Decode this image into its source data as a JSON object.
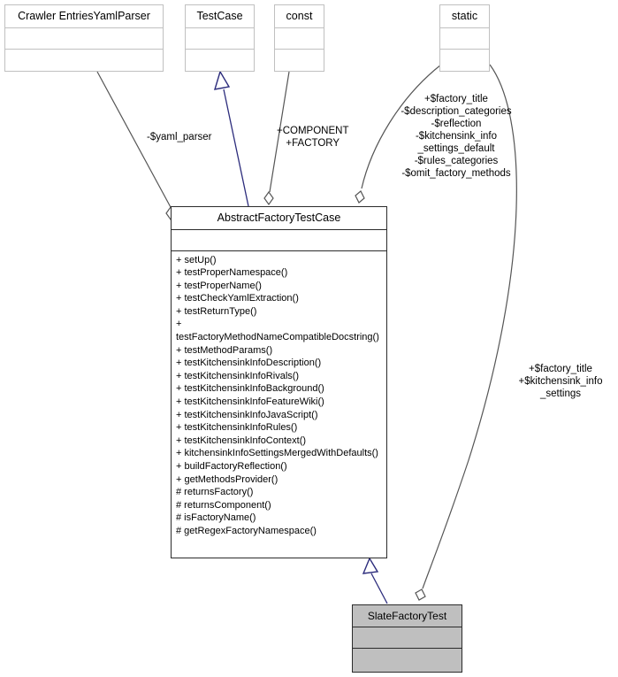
{
  "diagram": {
    "type": "uml-class-diagram",
    "title": "AbstractFactoryTestCase collaboration diagram",
    "colors": {
      "background": "#ffffff",
      "box_border_light": "#c0c0c0",
      "box_border_dark": "#2b2b2b",
      "box_fill_highlight": "#bfbfbf",
      "edge_line": "#555555",
      "inheritance_edge": "#2c2c7c",
      "text": "#000000"
    }
  },
  "classes": {
    "yaml_parser": {
      "name": "Crawler EntriesYamlParser",
      "attributes": [],
      "operations": [],
      "style": "light"
    },
    "test_case": {
      "name": "TestCase",
      "attributes": [],
      "operations": [],
      "style": "light"
    },
    "const": {
      "name": "const",
      "attributes": [],
      "operations": [],
      "style": "light"
    },
    "static": {
      "name": "static",
      "attributes": [],
      "operations": [],
      "style": "light"
    },
    "abstract_factory_test_case": {
      "name": "AbstractFactoryTestCase",
      "attributes": [],
      "operations": [
        "+ setUp()",
        "+ testProperNamespace()",
        "+ testProperName()",
        "+ testCheckYamlExtraction()",
        "+ testReturnType()",
        "+ testFactoryMethodNameCompatibleDocstring()",
        "+ testMethodParams()",
        "+ testKitchensinkInfoDescription()",
        "+ testKitchensinkInfoRivals()",
        "+ testKitchensinkInfoBackground()",
        "+ testKitchensinkInfoFeatureWiki()",
        "+ testKitchensinkInfoJavaScript()",
        "+ testKitchensinkInfoRules()",
        "+ testKitchensinkInfoContext()",
        "+ kitchensinkInfoSettingsMergedWithDefaults()",
        "+ buildFactoryReflection()",
        "+ getMethodsProvider()",
        "# returnsFactory()",
        "# returnsComponent()",
        "# isFactoryName()",
        "# getRegexFactoryNamespace()"
      ],
      "style": "solid"
    },
    "slate_factory_test": {
      "name": "SlateFactoryTest",
      "attributes": [],
      "operations": [],
      "style": "filled"
    }
  },
  "edge_labels": {
    "yaml_parser_role": "-$yaml_parser",
    "const_roles": "+COMPONENT\n+FACTORY",
    "static_roles_abstract": "+$factory_title\n-$description_categories\n-$reflection\n-$kitchensink_info\n_settings_default\n-$rules_categories\n-$omit_factory_methods",
    "static_roles_slate": "+$factory_title\n+$kitchensink_info\n_settings"
  }
}
